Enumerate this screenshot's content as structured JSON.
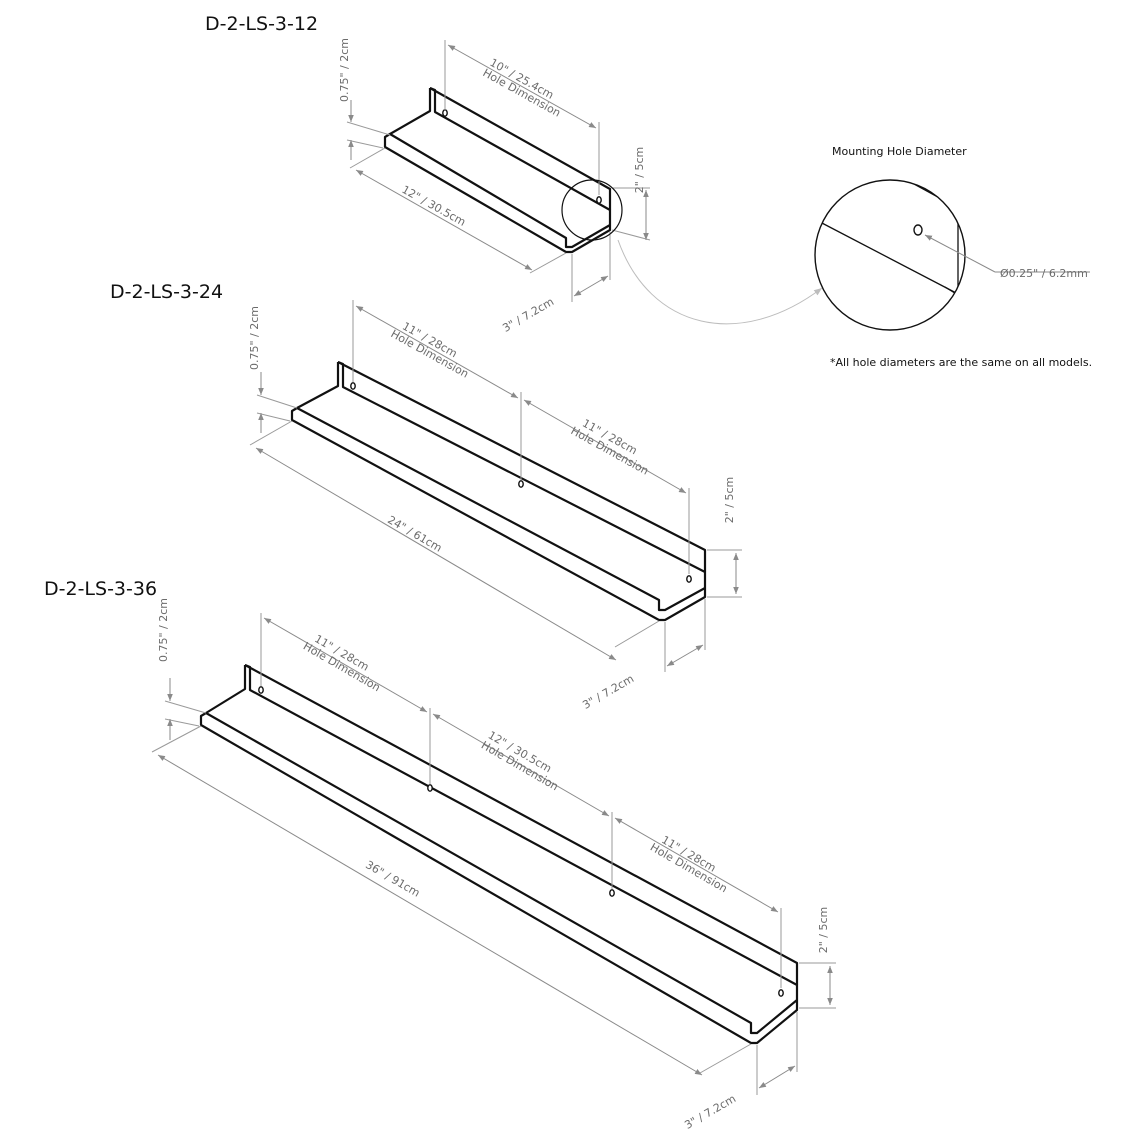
{
  "models": [
    {
      "title": "D-2-LS-3-12",
      "length_label": "12\" / 30.5cm",
      "depth_label": "3\" / 7.2cm",
      "height_label": "2\" / 5cm",
      "lip_label": "0.75\" / 2cm",
      "hole_spacings": [
        {
          "label": "10\" / 25.4cm",
          "sub": "Hole Dimension"
        }
      ]
    },
    {
      "title": "D-2-LS-3-24",
      "length_label": "24\" / 61cm",
      "depth_label": "3\" / 7.2cm",
      "height_label": "2\" / 5cm",
      "lip_label": "0.75\" / 2cm",
      "hole_spacings": [
        {
          "label": "11\" / 28cm",
          "sub": "Hole Dimension"
        },
        {
          "label": "11\" / 28cm",
          "sub": "Hole Dimension"
        }
      ]
    },
    {
      "title": "D-2-LS-3-36",
      "length_label": "36\" / 91cm",
      "depth_label": "3\" / 7.2cm",
      "height_label": "2\" / 5cm",
      "lip_label": "0.75\" / 2cm",
      "hole_spacings": [
        {
          "label": "11\" / 28cm",
          "sub": "Hole Dimension"
        },
        {
          "label": "12\" / 30.5cm",
          "sub": "Hole Dimension"
        },
        {
          "label": "11\" / 28cm",
          "sub": "Hole Dimension"
        }
      ]
    }
  ],
  "detail": {
    "title": "Mounting Hole Diameter",
    "diameter_label": "Ø0.25\" / 6.2mm"
  },
  "note": "*All hole diameters are the same on all models."
}
